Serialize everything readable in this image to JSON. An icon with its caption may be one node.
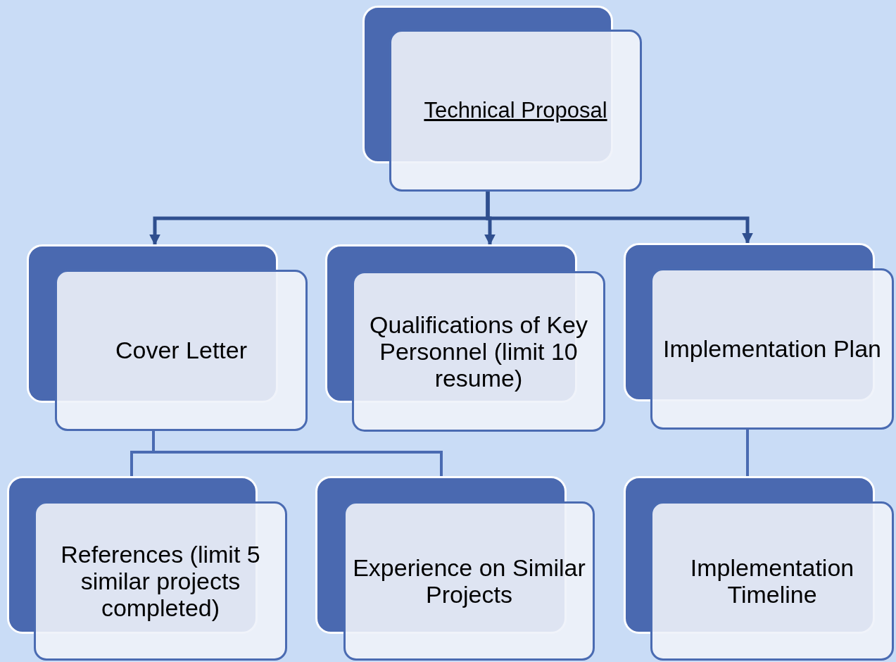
{
  "diagram": {
    "nodes": [
      {
        "text": [
          "Technical Proposal"
        ]
      },
      {
        "text": [
          "Cover Letter"
        ]
      },
      {
        "text": [
          "Qualifications of Key Personnel (limit 10 resume)"
        ]
      },
      {
        "text": [
          "Implementation Plan"
        ]
      },
      {
        "text": [
          "References (limit 5 similar projects completed)"
        ]
      },
      {
        "text": [
          "Experience on Similar Projects"
        ]
      },
      {
        "text": [
          "Implementation Timeline"
        ]
      }
    ],
    "edges": [
      {
        "from": 0,
        "to": 1,
        "arrow": "to"
      },
      {
        "from": 0,
        "to": 2,
        "arrow": "to"
      },
      {
        "from": 0,
        "to": 3,
        "arrow": "to"
      },
      {
        "from": 1,
        "to": 4,
        "arrow": "none"
      },
      {
        "from": 1,
        "to": 5,
        "arrow": "none"
      },
      {
        "from": 3,
        "to": 6,
        "arrow": "none"
      }
    ]
  }
}
